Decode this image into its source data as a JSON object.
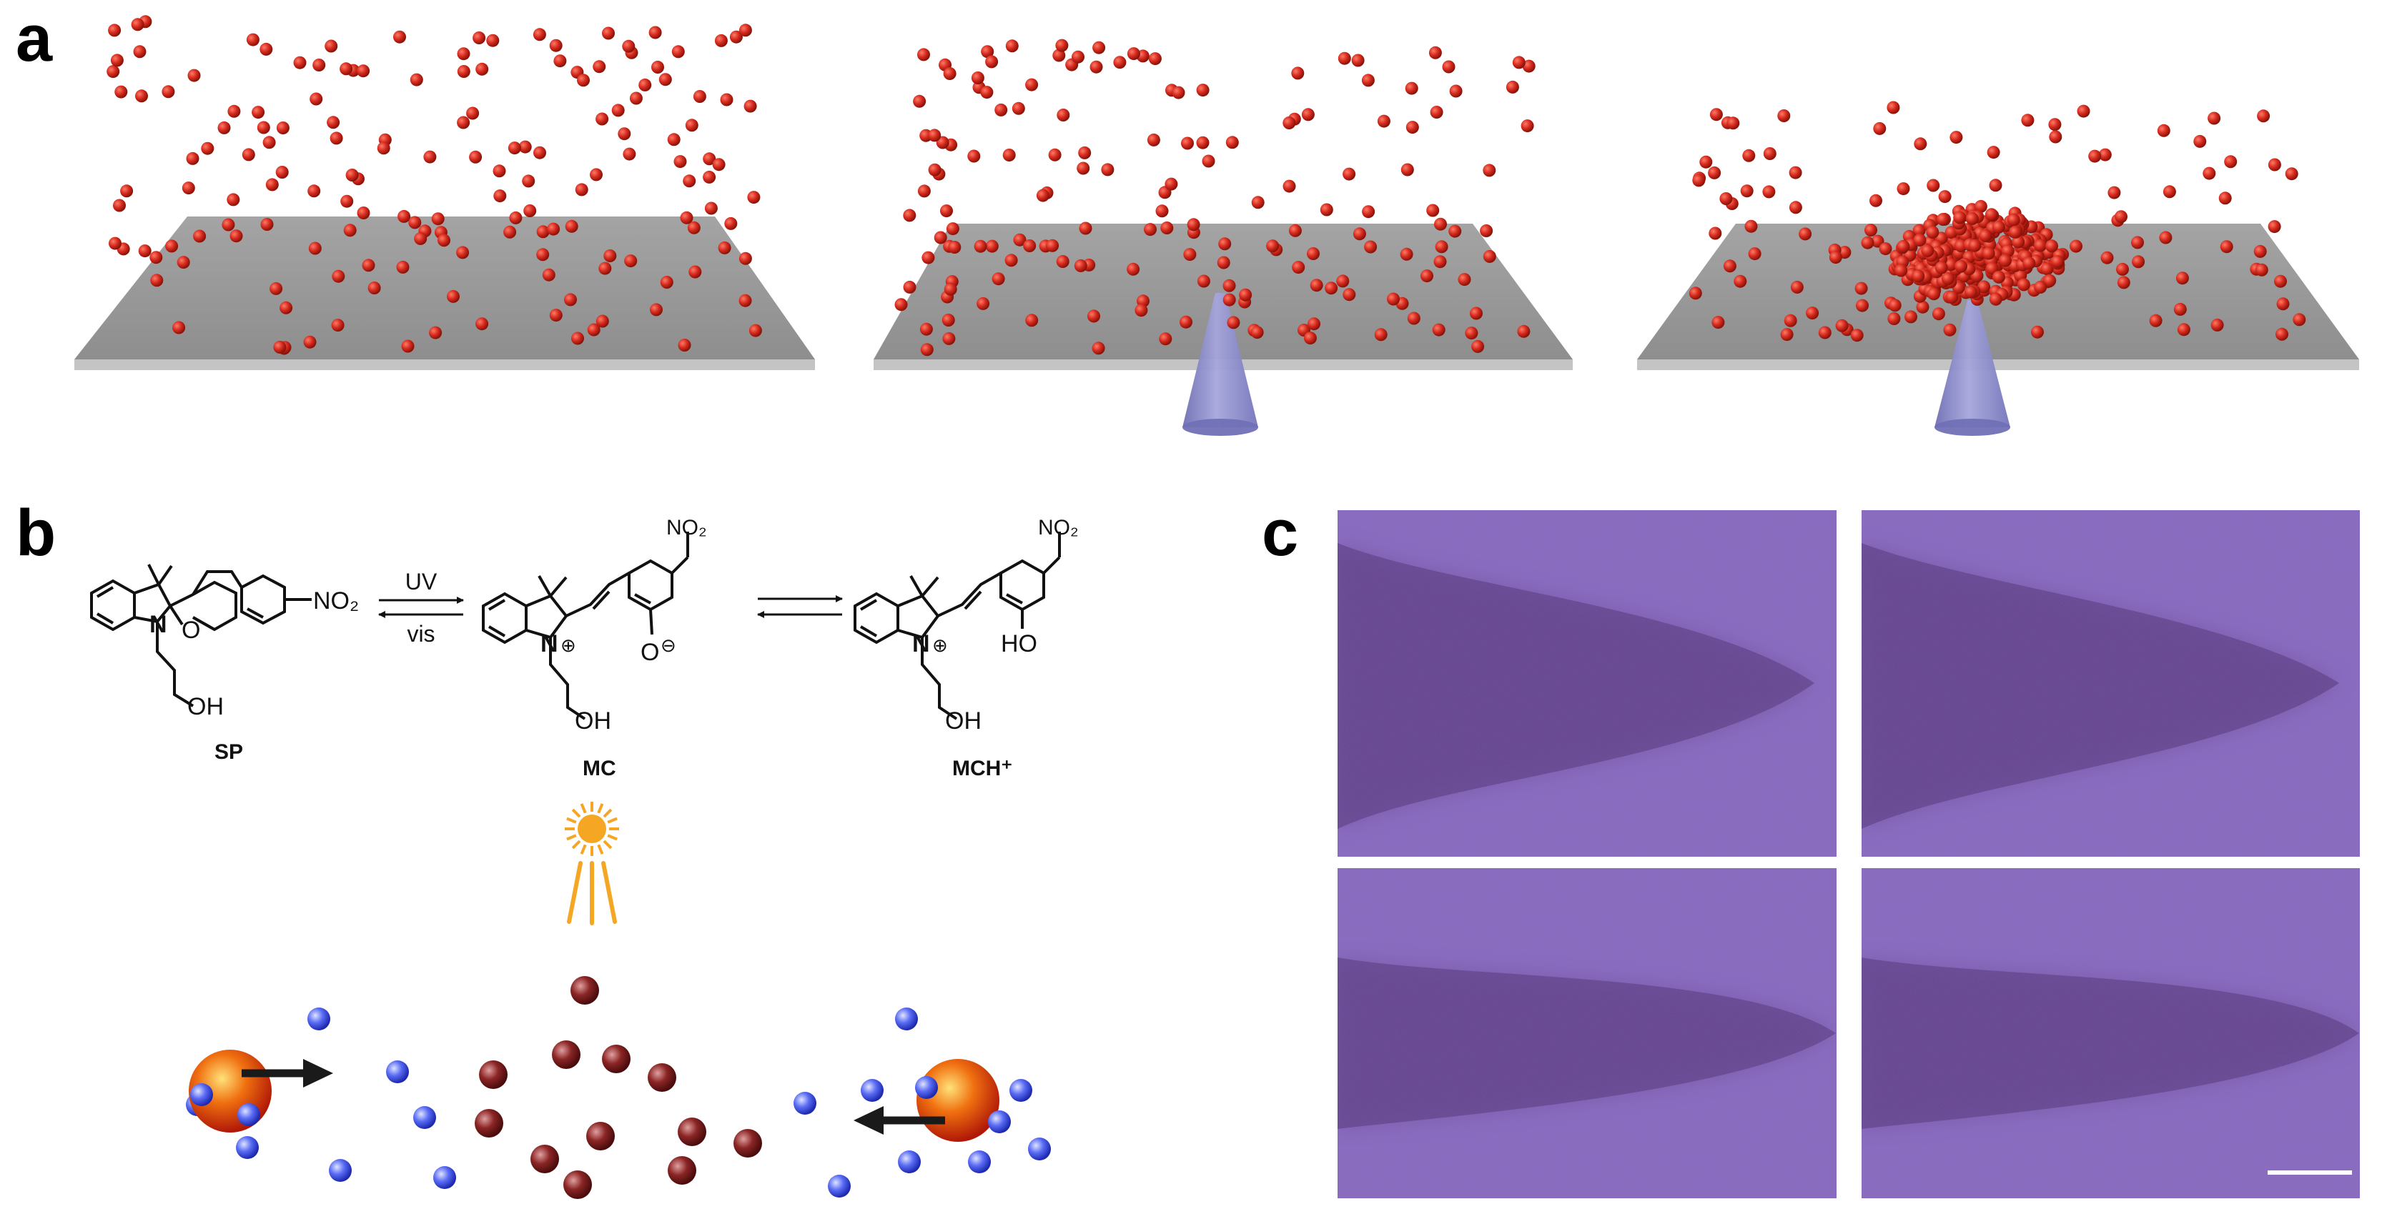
{
  "panels": {
    "a": {
      "label": "a"
    },
    "b": {
      "label": "b",
      "molecules": [
        {
          "name": "SP"
        },
        {
          "name": "MC"
        },
        {
          "name": "MCH⁺"
        }
      ],
      "arrow_labels": {
        "forward": "UV",
        "reverse": "vis"
      },
      "groups": {
        "nitro": "NO₂",
        "hydroxy": "OH",
        "phenol": "HO",
        "nitrogen": "N",
        "oxygen": "O",
        "charge_plus": "⊕",
        "charge_minus": "⊖"
      }
    },
    "c": {
      "label": "c"
    }
  },
  "colors": {
    "particle_red": "#d42a1e",
    "plate_gray": "#9a9a9a",
    "cone_blue": "#8888c6",
    "micrograph_purple": "#8a6cc6",
    "sun_orange": "#f5a623",
    "particle_blue": "#4a5cf0",
    "particle_maroon": "#8b2020",
    "janus_orange": "#f07010"
  }
}
